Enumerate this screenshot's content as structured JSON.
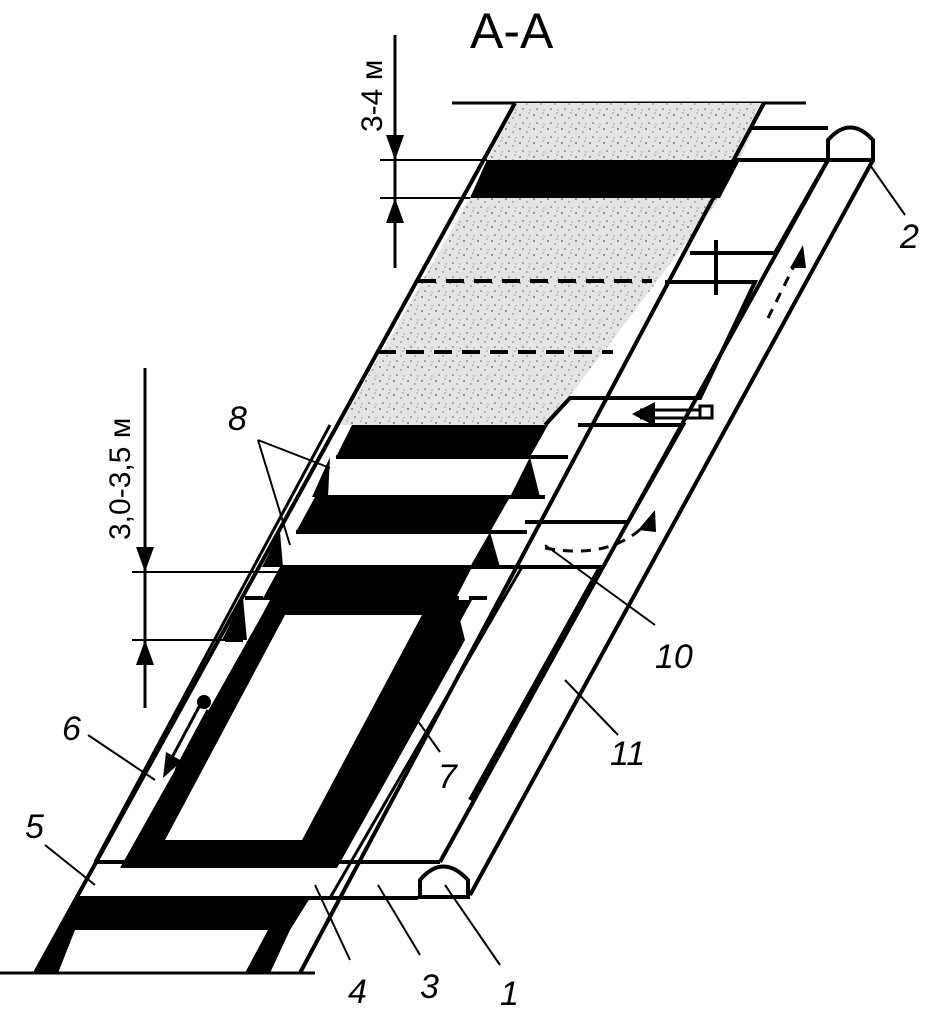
{
  "title": "А-А",
  "dimensions": {
    "top": "3-4 м",
    "middle": "3,0-3,5 м"
  },
  "labels": [
    "1",
    "2",
    "3",
    "4",
    "5",
    "6",
    "7",
    "8",
    "10",
    "11"
  ],
  "colors": {
    "ink": "#000000",
    "paper": "#ffffff",
    "fill_stipple": "#e2e2e2"
  }
}
